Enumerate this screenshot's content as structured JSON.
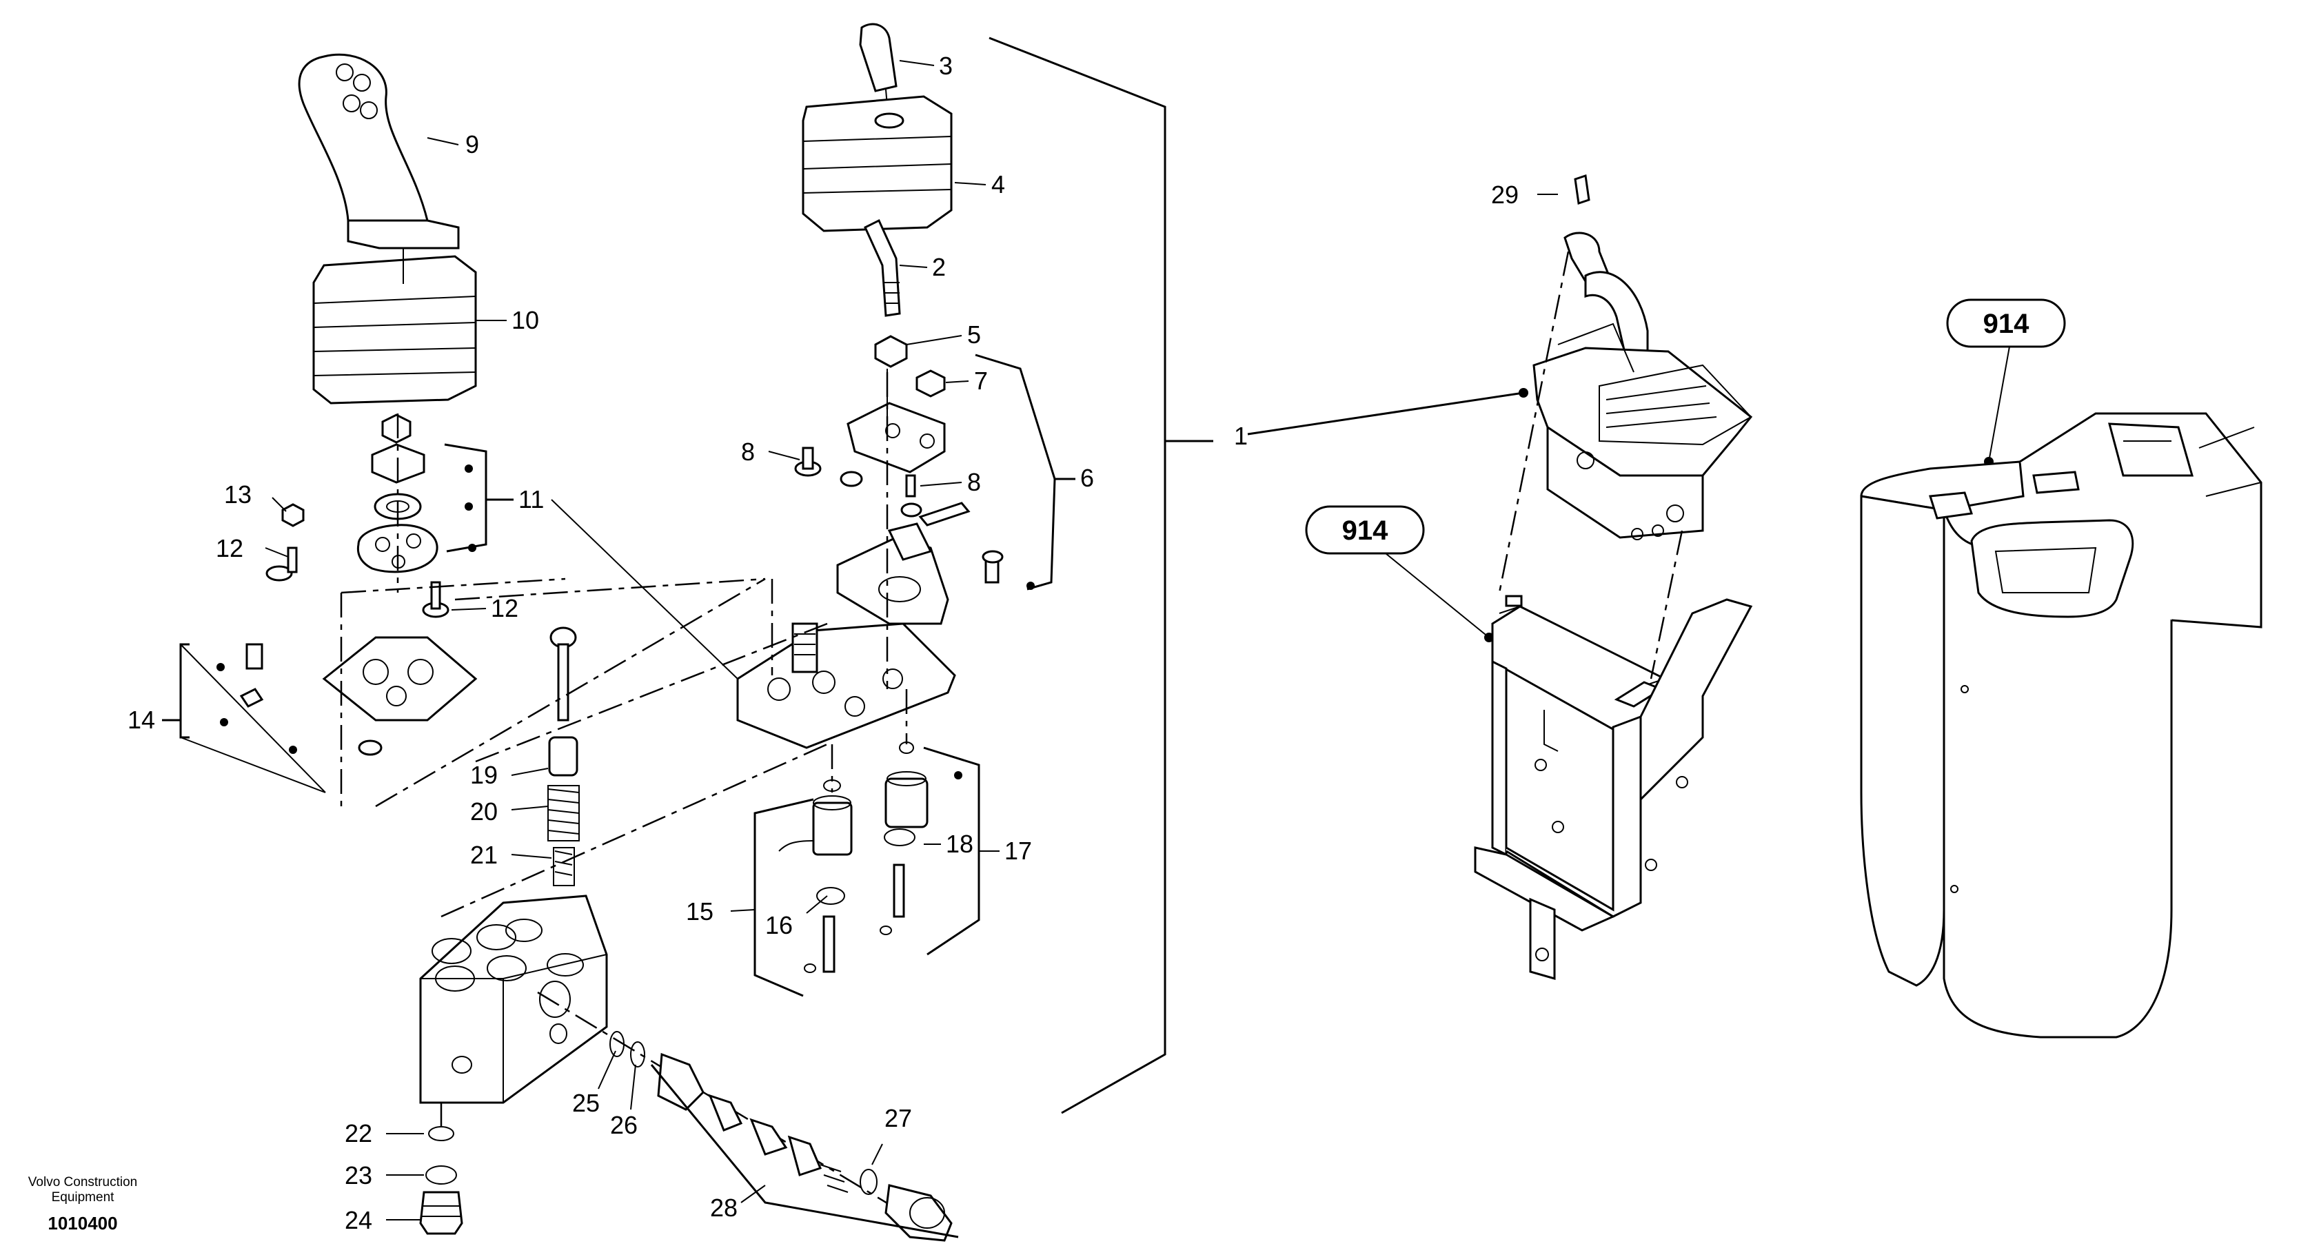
{
  "callouts": [
    "1",
    "2",
    "3",
    "4",
    "5",
    "6",
    "7",
    "8",
    "8",
    "9",
    "10",
    "11",
    "12",
    "12",
    "13",
    "14",
    "15",
    "16",
    "17",
    "18",
    "19",
    "20",
    "21",
    "22",
    "23",
    "24",
    "25",
    "26",
    "27",
    "28",
    "29"
  ],
  "ref_labels": [
    "914",
    "914"
  ],
  "footer": {
    "company_line1": "Volvo Construction",
    "company_line2": "Equipment",
    "drawing_number": "1010400"
  }
}
